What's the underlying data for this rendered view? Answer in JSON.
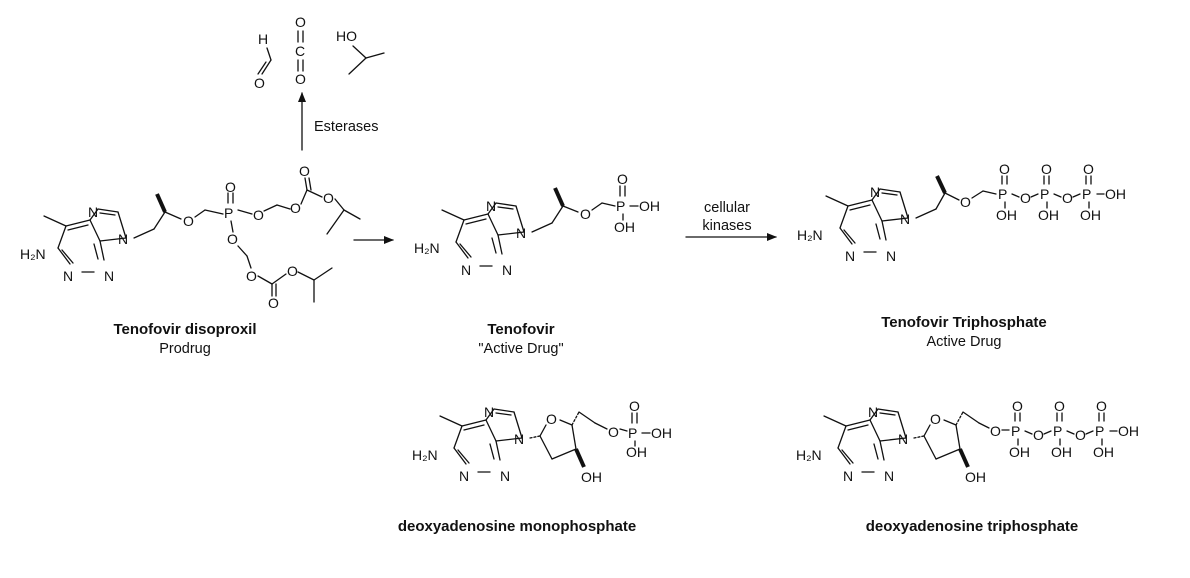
{
  "byproducts": {
    "formaldehyde": {
      "h": "H",
      "o": "O"
    },
    "co2": {
      "o_top": "O",
      "c": "C",
      "o_bottom": "O"
    },
    "isopropanol": {
      "ho": "HO"
    }
  },
  "arrows": {
    "esterases": "Esterases",
    "cellular_kinases_line1": "cellular",
    "cellular_kinases_line2": "kinases"
  },
  "atoms": {
    "h2n": "H₂N",
    "n": "N",
    "o": "O",
    "p": "P",
    "oh": "OH",
    "ho": "HO"
  },
  "captions": {
    "tdf_name": "Tenofovir disoproxil",
    "tdf_role": "Prodrug",
    "tfv_name": "Tenofovir",
    "tfv_role": "\"Active Drug\"",
    "tfvtp_name": "Tenofovir Triphosphate",
    "tfvtp_role": "Active Drug",
    "damp_name": "deoxyadenosine monophosphate",
    "datp_name": "deoxyadenosine triphosphate"
  }
}
